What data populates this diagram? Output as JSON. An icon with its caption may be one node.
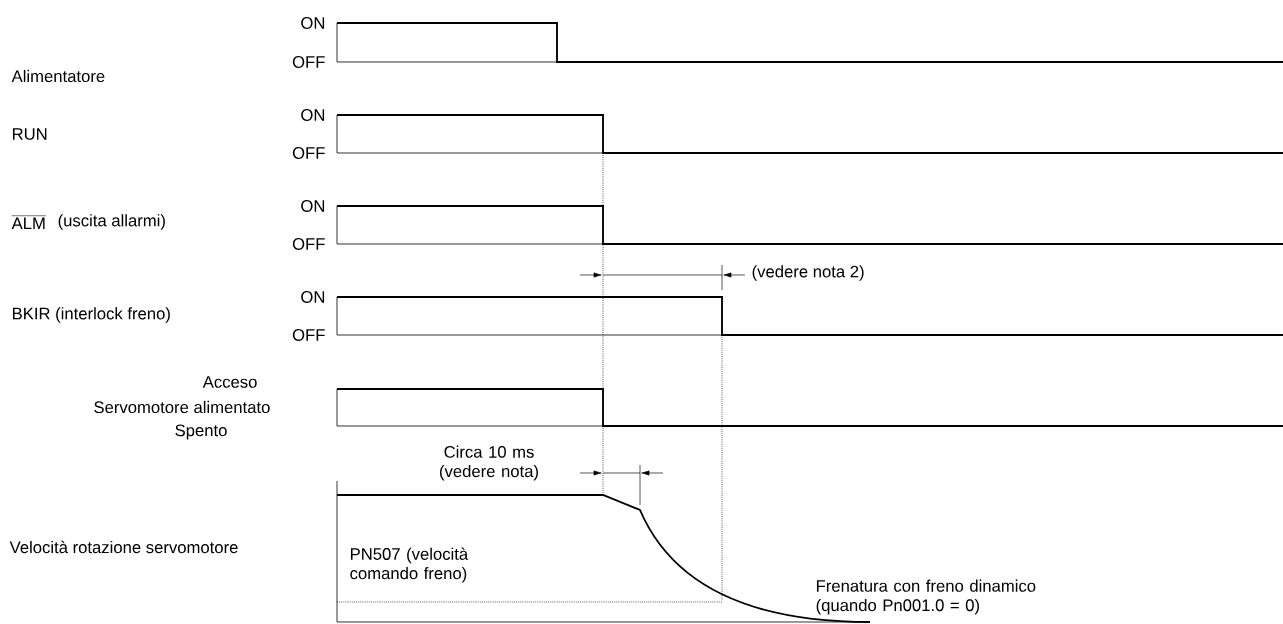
{
  "diagram": {
    "labels": [
      "Alimentatore",
      "ON",
      "OFF",
      "RUN",
      "ON",
      "OFF",
      "ALM",
      "(uscita allarmi)",
      "ON",
      "OFF",
      "(vedere nota 2)",
      "BKIR (interlock freno)",
      "ON",
      "OFF",
      "Acceso",
      "Servomotore alimentato",
      "Spento",
      "Circa 10 ms (vedere nota)",
      "Velocità rotazione servomotore",
      "PN507 (velocità comando freno)",
      "Frenatura con freno dinamico (quando Pn001.0 = 0)"
    ]
  }
}
